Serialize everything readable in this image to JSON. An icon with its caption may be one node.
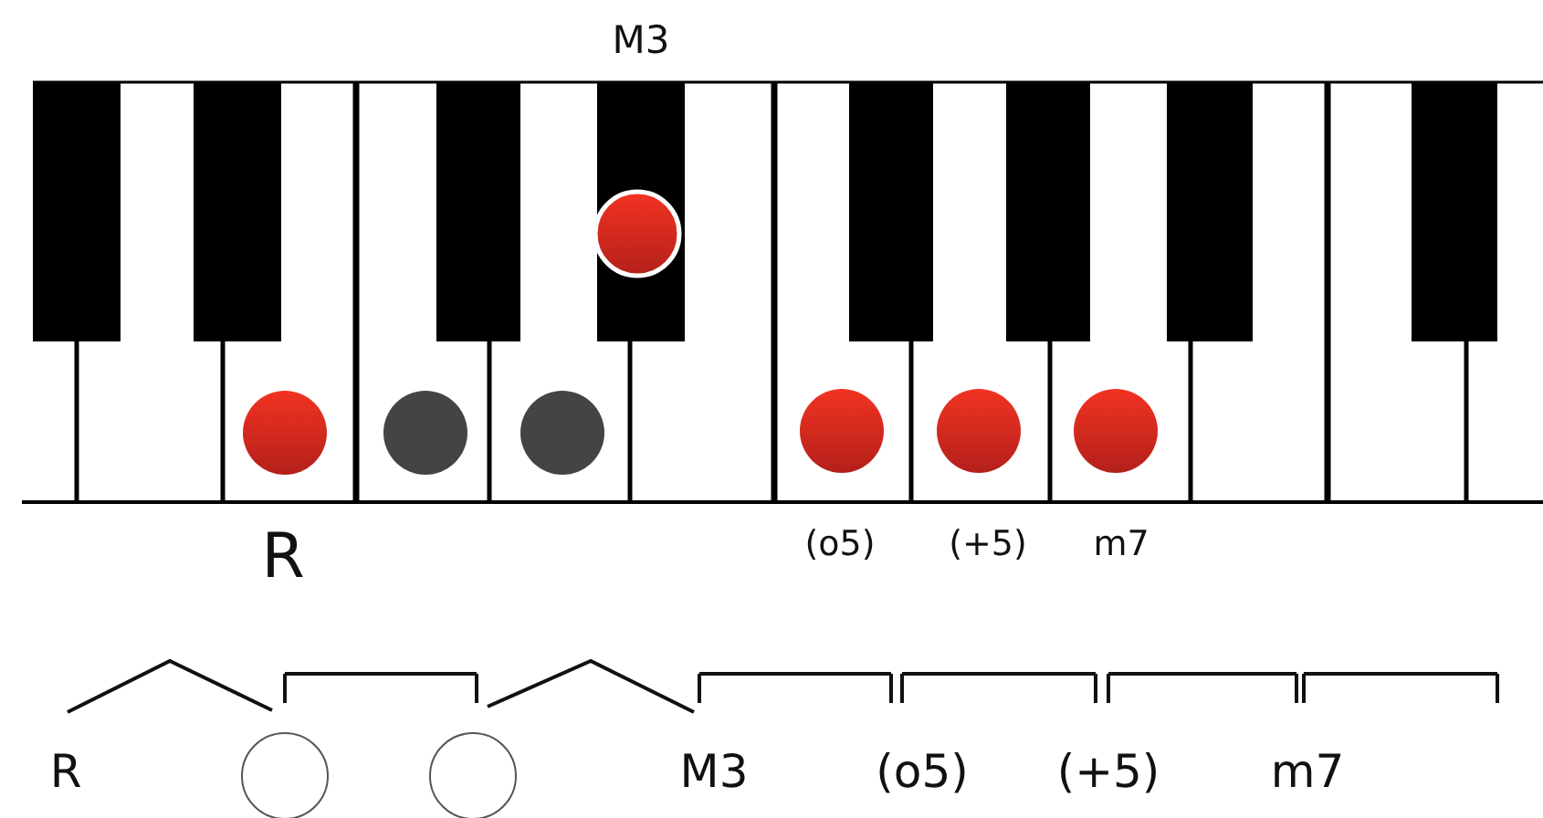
{
  "diagram": {
    "nodes": [
      {
        "text": [
          "R"
        ]
      },
      {
        "text": [],
        "shape": "circle"
      },
      {
        "text": [],
        "shape": "circle"
      },
      {
        "text": [
          "M3"
        ]
      },
      {
        "text": [
          "(o5)"
        ]
      },
      {
        "text": [
          "(+5)"
        ]
      },
      {
        "text": [
          "m7"
        ]
      }
    ],
    "edges": [
      {
        "from": 0,
        "to": 1,
        "arrow": "none"
      },
      {
        "from": 1,
        "to": 2,
        "arrow": "other"
      },
      {
        "from": 2,
        "to": 3,
        "arrow": "none"
      },
      {
        "from": 3,
        "to": 4,
        "arrow": "other"
      },
      {
        "from": 4,
        "to": 5,
        "arrow": "other"
      },
      {
        "from": 5,
        "to": 6,
        "arrow": "other"
      },
      {
        "from": 6,
        "to": null,
        "arrow": "other"
      }
    ],
    "labels": [
      "M3",
      "R",
      "(o5)",
      "(+5)",
      "m7"
    ]
  }
}
